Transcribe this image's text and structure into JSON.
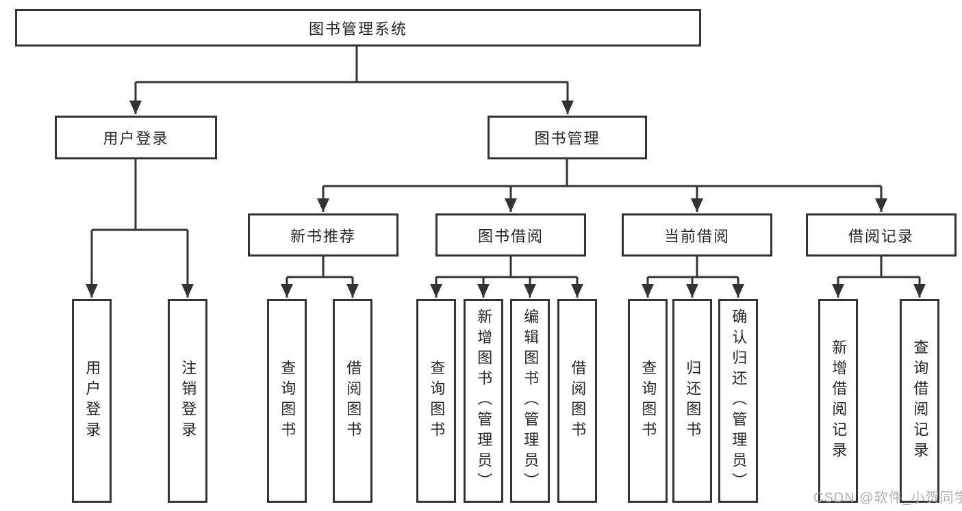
{
  "colors": {
    "line": "#333333",
    "text": "#262626",
    "watermark": "#ababab"
  },
  "nodes": {
    "root": "图书管理系统",
    "user_login": "用户登录",
    "book_mgmt": "图书管理",
    "new_book_rec": "新书推荐",
    "book_borrow": "图书借阅",
    "current_borrow": "当前借阅",
    "borrow_record": "借阅记录",
    "leaf_user_login": "用户登录",
    "leaf_logout": "注销登录",
    "leaf_nbr_query": "查询图书",
    "leaf_nbr_borrow": "借阅图书",
    "leaf_bb_query": "查询图书",
    "leaf_bb_add": "新增图书（管理员）",
    "leaf_bb_edit": "编辑图书（管理员）",
    "leaf_bb_borrow": "借阅图书",
    "leaf_cb_query": "查询图书",
    "leaf_cb_return": "归还图书",
    "leaf_cb_confirm": "确认归还（管理员）",
    "leaf_br_add": "新增借阅记录",
    "leaf_br_query": "查询借阅记录"
  },
  "watermark": "CSDN @软件_小贺同学"
}
